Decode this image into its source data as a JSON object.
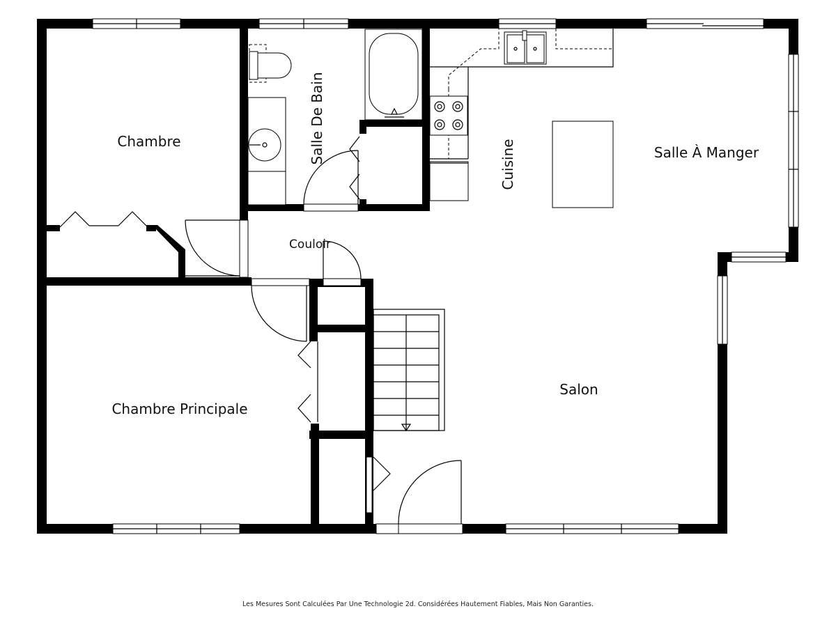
{
  "rooms": {
    "chambre": "Chambre",
    "salle_de_bain": "Salle De Bain",
    "cuisine": "Cuisine",
    "salle_a_manger": "Salle À Manger",
    "couloir": "Couloir",
    "chambre_principale": "Chambre Principale",
    "salon": "Salon"
  },
  "disclaimer": "Les Mesures Sont Calculées Par Une Technologie 2d. Considérées Hautement Fiables, Mais Non Garanties.",
  "colors": {
    "wall": "#000000",
    "background": "#ffffff"
  }
}
